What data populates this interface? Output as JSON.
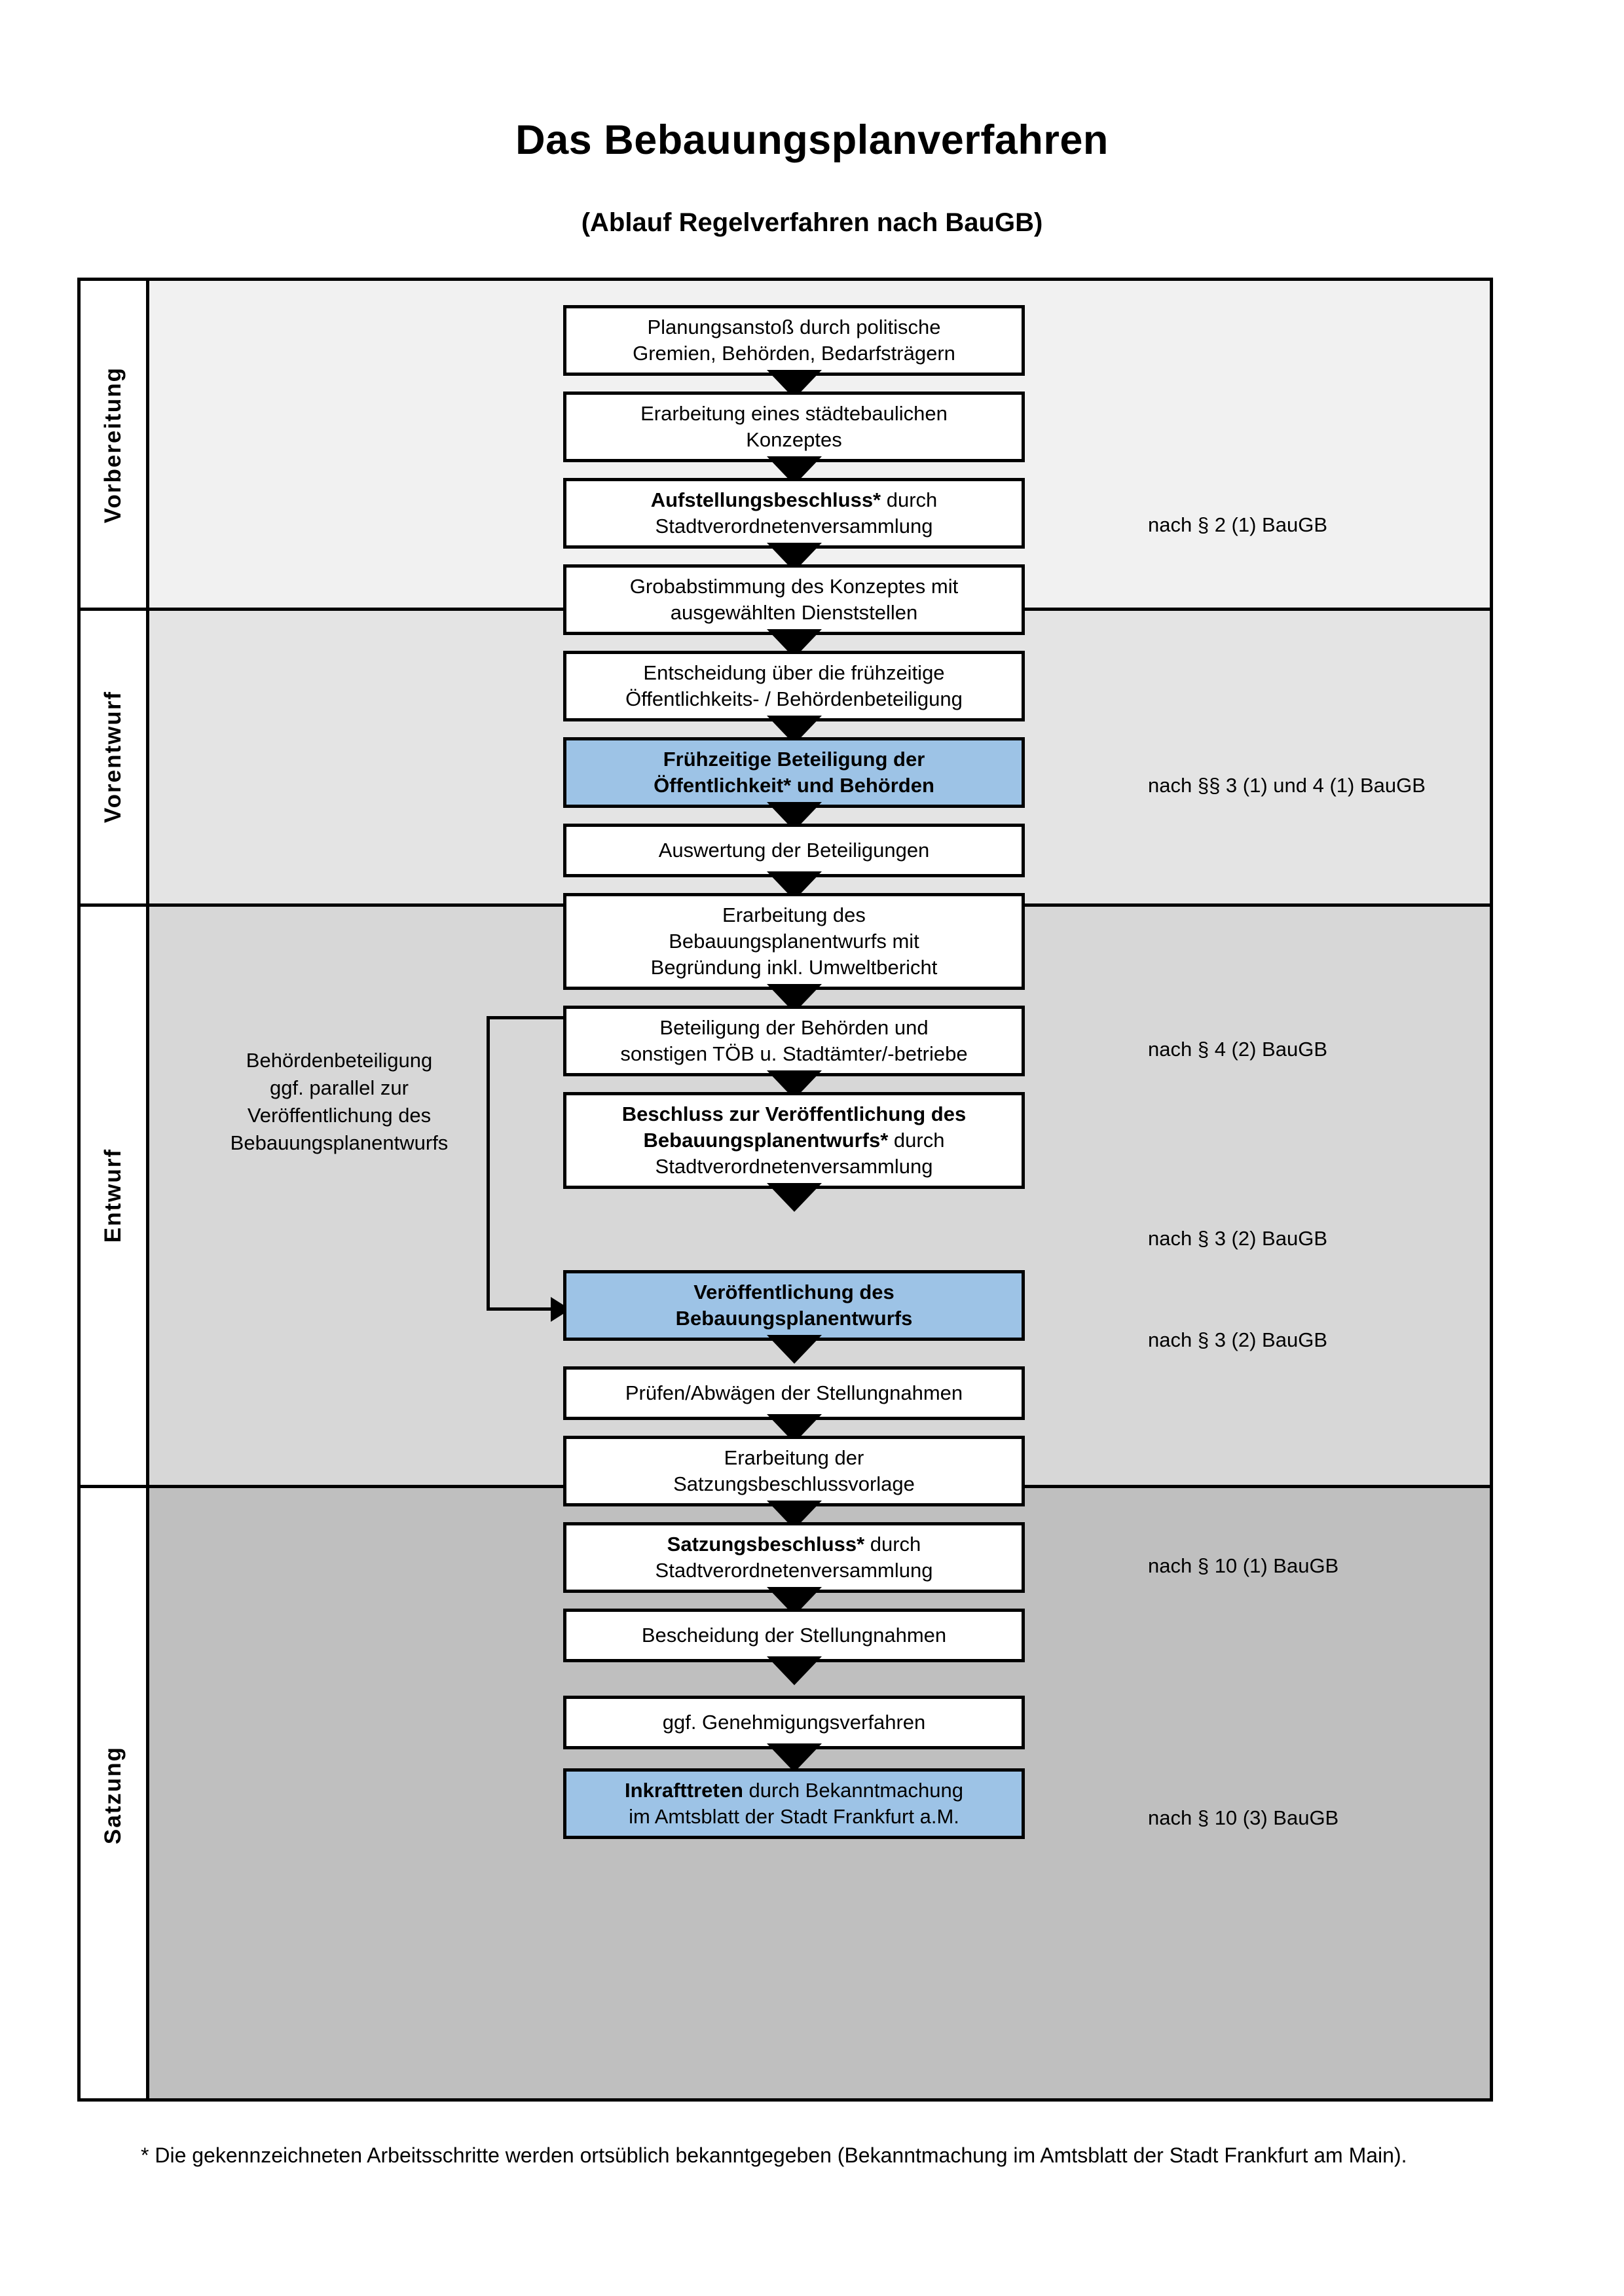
{
  "title": "Das Bebauungsplanverfahren",
  "subtitle": "(Ablauf Regelverfahren nach BauGB)",
  "phases": [
    {
      "id": "vorbereitung",
      "label": "Vorbereitung",
      "background": "#f1f1f1"
    },
    {
      "id": "vorentwurf",
      "label": "Vorentwurf",
      "background": "#e4e4e4"
    },
    {
      "id": "entwurf",
      "label": "Entwurf",
      "background": "#d7d7d7"
    },
    {
      "id": "satzung",
      "label": "Satzung",
      "background": "#bfbfbf"
    }
  ],
  "steps": [
    {
      "id": "planungsanstoss",
      "phase": "vorbereitung",
      "highlight": false,
      "lines": [
        "Planungsanstoß durch politische",
        "Gremien, Behörden, Bedarfsträgern"
      ]
    },
    {
      "id": "staedtebauliches-konzept",
      "phase": "vorbereitung",
      "highlight": false,
      "lines": [
        "Erarbeitung eines städtebaulichen",
        "Konzeptes"
      ]
    },
    {
      "id": "aufstellungsbeschluss",
      "phase": "vorbereitung",
      "highlight": false,
      "bold_prefix": "Aufstellungsbeschluss*",
      "rest_first_line": " durch",
      "lines": [
        "Aufstellungsbeschluss* durch",
        "Stadtverordnetenversammlung"
      ]
    },
    {
      "id": "grobabstimmung",
      "phase": "vorentwurf",
      "highlight": false,
      "lines": [
        "Grobabstimmung des Konzeptes mit",
        "ausgewählten Dienststellen"
      ]
    },
    {
      "id": "entscheidung-fruehzeitige",
      "phase": "vorentwurf",
      "highlight": false,
      "lines": [
        "Entscheidung über die frühzeitige",
        "Öffentlichkeits- / Behördenbeteiligung"
      ]
    },
    {
      "id": "fruehzeitige-beteiligung",
      "phase": "vorentwurf",
      "highlight": true,
      "lines": [
        "Frühzeitige Beteiligung der",
        "Öffentlichkeit* und Behörden"
      ]
    },
    {
      "id": "auswertung-beteiligungen",
      "phase": "entwurf",
      "highlight": false,
      "lines": [
        "Auswertung der Beteiligungen"
      ]
    },
    {
      "id": "erarbeitung-bebauungsplanentwurf",
      "phase": "entwurf",
      "highlight": false,
      "lines": [
        "Erarbeitung des",
        "Bebauungsplanentwurfs mit",
        "Begründung inkl. Umweltbericht"
      ]
    },
    {
      "id": "beteiligung-behoerden-toeb",
      "phase": "entwurf",
      "highlight": false,
      "lines": [
        "Beteiligung der Behörden und",
        "sonstigen TÖB u. Stadtämter/-betriebe"
      ]
    },
    {
      "id": "beschluss-veroeffentlichung",
      "phase": "entwurf",
      "highlight": false,
      "bold_prefix": "Beschluss zur Veröffentlichung des Bebauungsplanentwurfs*",
      "rest_first_line": " durch",
      "lines": [
        "Beschluss zur Veröffentlichung des",
        "Bebauungsplanentwurfs* durch",
        "Stadtverordnetenversammlung"
      ]
    },
    {
      "id": "veroeffentlichung-entwurf",
      "phase": "entwurf",
      "highlight": true,
      "lines": [
        "Veröffentlichung des",
        "Bebauungsplanentwurfs"
      ]
    },
    {
      "id": "pruefen-abwaegen",
      "phase": "satzung",
      "highlight": false,
      "lines": [
        "Prüfen/Abwägen der Stellungnahmen"
      ]
    },
    {
      "id": "erarbeitung-satzungsbeschlussvorlage",
      "phase": "satzung",
      "highlight": false,
      "lines": [
        "Erarbeitung der",
        "Satzungsbeschlussvorlage"
      ]
    },
    {
      "id": "satzungsbeschluss",
      "phase": "satzung",
      "highlight": false,
      "bold_prefix": "Satzungsbeschluss*",
      "rest_first_line": " durch",
      "lines": [
        "Satzungsbeschluss* durch",
        "Stadtverordnetenversammlung"
      ]
    },
    {
      "id": "bescheidung-stellungnahmen",
      "phase": "satzung",
      "highlight": false,
      "lines": [
        "Bescheidung der Stellungnahmen"
      ]
    },
    {
      "id": "genehmigungsverfahren",
      "phase": "satzung",
      "highlight": false,
      "lines": [
        "ggf. Genehmigungsverfahren"
      ]
    },
    {
      "id": "inkrafttreten",
      "phase": "satzung",
      "highlight": true,
      "bold_prefix": "Inkrafttreten",
      "rest_first_line": " durch Bekanntmachung",
      "lines": [
        "Inkrafttreten durch Bekanntmachung",
        "im Amtsblatt der Stadt Frankfurt a.M."
      ]
    }
  ],
  "law_references": [
    {
      "id": "ref-par2-1",
      "text": "nach § 2 (1) BauGB",
      "for_step": "aufstellungsbeschluss"
    },
    {
      "id": "ref-par3-1-4-1",
      "text": "nach §§ 3 (1) und 4 (1) BauGB",
      "for_step": "fruehzeitige-beteiligung"
    },
    {
      "id": "ref-par4-2",
      "text": "nach § 4 (2) BauGB",
      "for_step": "beteiligung-behoerden-toeb"
    },
    {
      "id": "ref-par3-2-a",
      "text": "nach § 3 (2) BauGB",
      "for_step": "beschluss-veroeffentlichung"
    },
    {
      "id": "ref-par3-2-b",
      "text": "nach § 3 (2) BauGB",
      "for_step": "veroeffentlichung-entwurf"
    },
    {
      "id": "ref-par10-1",
      "text": "nach § 10 (1) BauGB",
      "for_step": "satzungsbeschluss"
    },
    {
      "id": "ref-par10-3",
      "text": "nach § 10 (3) BauGB",
      "for_step": "inkrafttreten"
    }
  ],
  "side_note": {
    "lines": [
      "Behördenbeteiligung",
      "ggf. parallel zur",
      "Veröffentlichung des",
      "Bebauungsplanentwurfs"
    ]
  },
  "footnote": "* Die gekennzeichneten Arbeitsschritte werden ortsüblich bekanntgegeben (Bekanntmachung im Amtsblatt  der Stadt Frankfurt am Main).",
  "colors": {
    "highlight_blue": "#9dc3e6",
    "band_1": "#f1f1f1",
    "band_2": "#e4e4e4",
    "band_3": "#d7d7d7",
    "band_4": "#bfbfbf",
    "line": "#000000"
  }
}
